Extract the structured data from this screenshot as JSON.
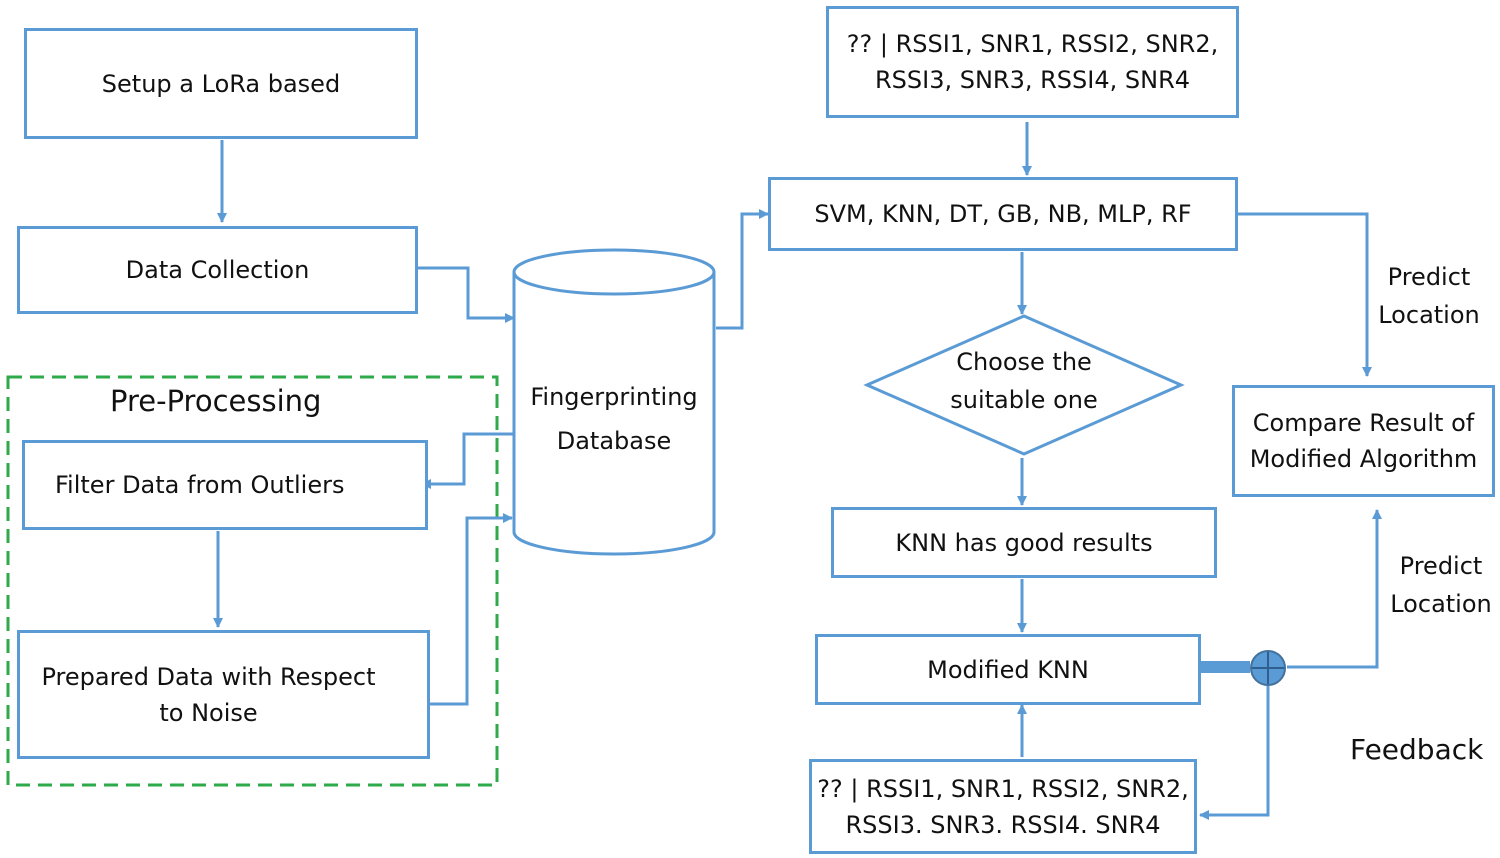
{
  "setup": "Setup a LoRa based",
  "data_collection": "Data Collection",
  "pre_processing": "Pre-Processing",
  "filter_outliers": "Filter Data from Outliers",
  "prepared_data": [
    "Prepared Data with Respect",
    "to Noise"
  ],
  "database": [
    "Fingerprinting",
    "Database"
  ],
  "input_top": [
    "?? | RSSI1, SNR1, RSSI2, SNR2,",
    "RSSI3, SNR3, RSSI4, SNR4"
  ],
  "algorithms": "SVM, KNN, DT, GB, NB, MLP, RF",
  "choose": [
    "Choose the",
    "suitable one"
  ],
  "knn_good": "KNN has good results",
  "modified_knn": "Modified KNN",
  "input_bottom": [
    "?? | RSSI1, SNR1, RSSI2, SNR2,",
    "RSSI3. SNR3. RSSI4. SNR4"
  ],
  "predict_location_top": [
    "Predict",
    "Location"
  ],
  "predict_location_bottom": [
    "Predict",
    "Location"
  ],
  "compare": [
    "Compare Result of",
    "Modified Algorithm"
  ],
  "feedback": "Feedback",
  "colors": {
    "box_border": "#5b9bd5",
    "dashed_group": "#2eaa4a",
    "text": "#111111"
  }
}
